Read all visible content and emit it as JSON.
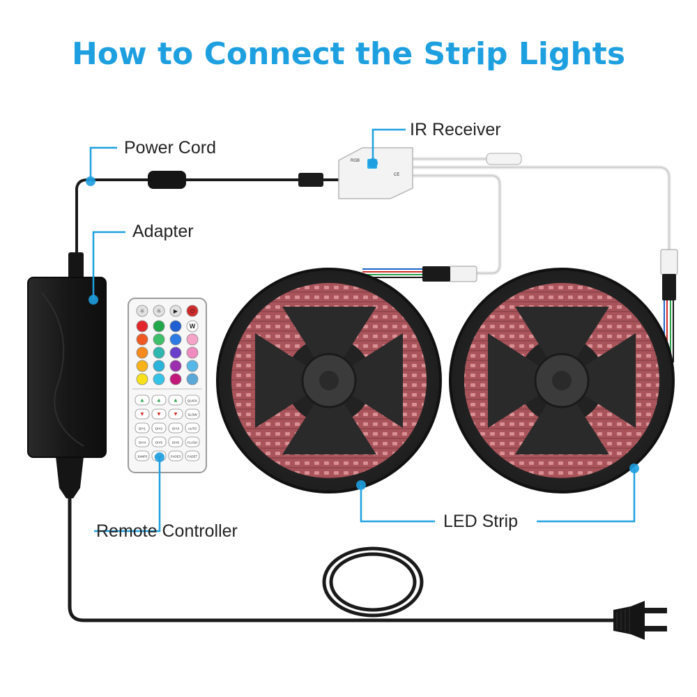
{
  "title": "How to Connect the Strip Lights",
  "labels": {
    "power_cord": "Power Cord",
    "adapter": "Adapter",
    "ir_receiver": "IR Receiver",
    "remote_controller": "Remote Controller",
    "led_strip": "LED Strip"
  },
  "remote": {
    "top_keys": [
      "☼",
      "☼",
      "▶",
      "⏻"
    ],
    "color_rows": [
      [
        "#e3262c",
        "#22a84a",
        "#1f5fd1",
        "W"
      ],
      [
        "#f05a22",
        "#3fbf6a",
        "#2c7be5",
        "#f6a3c8"
      ],
      [
        "#f58a1f",
        "#2fb8b0",
        "#6a3fc9",
        "#f08bbf"
      ],
      [
        "#f7b21a",
        "#2bb3d9",
        "#9b2fae",
        "#55b8e8"
      ],
      [
        "#f6e11c",
        "#36c3e8",
        "#c2187a",
        "#5aa8d8"
      ]
    ],
    "func_rows": [
      [
        "▲",
        "▲",
        "▲",
        "QUICK"
      ],
      [
        "▼",
        "▼",
        "▼",
        "SLOW"
      ],
      [
        "DIY1",
        "DIY2",
        "DIY3",
        "AUTO"
      ],
      [
        "DIY4",
        "DIY5",
        "DIY6",
        "FLASH"
      ],
      [
        "JUMP3",
        "JUMP7",
        "FADE3",
        "FADE7"
      ]
    ]
  },
  "colors": {
    "accent": "#1e9fe0",
    "cable": "#1a1a1a",
    "strip": "#b0595e"
  }
}
